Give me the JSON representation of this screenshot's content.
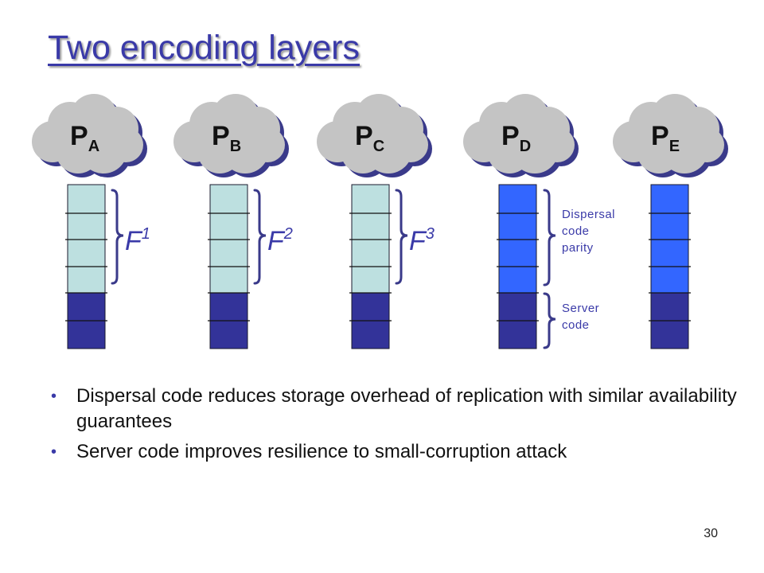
{
  "slide": {
    "title": "Two encoding layers",
    "page_number": "30"
  },
  "servers": [
    {
      "letter": "P",
      "sub": "A",
      "type": "replica",
      "file_label": "F",
      "file_sup": "1"
    },
    {
      "letter": "P",
      "sub": "B",
      "type": "replica",
      "file_label": "F",
      "file_sup": "2"
    },
    {
      "letter": "P",
      "sub": "C",
      "type": "replica",
      "file_label": "F",
      "file_sup": "3"
    },
    {
      "letter": "P",
      "sub": "D",
      "type": "parity",
      "file_label": "",
      "file_sup": ""
    },
    {
      "letter": "P",
      "sub": "E",
      "type": "parity",
      "file_label": "",
      "file_sup": ""
    }
  ],
  "annotations": {
    "dispersal_parity": [
      "Dispersal",
      "code",
      "parity"
    ],
    "server_code": [
      "Server",
      "code"
    ]
  },
  "bullets": [
    "Dispersal code reduces storage overhead of replication with similar availability guarantees",
    "Server code improves resilience to small-corruption attack"
  ],
  "colors": {
    "title": "#3a3aa8",
    "cloud_fill": "#c4c4c4",
    "cloud_shadow": "#3a3a8a",
    "data_block": "#bde0e0",
    "parity_block": "#3366ff",
    "server_code_block": "#333399",
    "brace": "#3a3a8a"
  }
}
